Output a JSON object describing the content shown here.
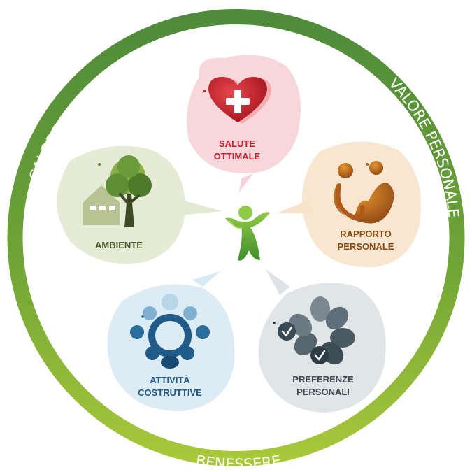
{
  "ring": {
    "top_left": "CALORE",
    "top_right": "VALORE PERSONALE",
    "bottom": "BENESSERE"
  },
  "nodes": {
    "salute": {
      "line1": "SALUTE",
      "line2": "OTTIMALE",
      "color": "#c8202f"
    },
    "rapporto": {
      "line1": "RAPPORTO",
      "line2": "PERSONALE",
      "color": "#8a4a12"
    },
    "preferenze": {
      "line1": "PREFERENZE",
      "line2": "PERSONALI",
      "color": "#3e4a52"
    },
    "attivita": {
      "line1": "ATTIVITÀ",
      "line2": "COSTRUTTIVE",
      "color": "#1f5c8a"
    },
    "ambiente": {
      "line1": "AMBIENTE",
      "color": "#4a5a2a"
    }
  },
  "colors": {
    "ring_dark": "#4d8a3c",
    "ring_light": "#9cc23a",
    "center_figure": "#6cb33a"
  },
  "icons": {
    "salute": "medical-heart-icon",
    "rapporto": "people-embrace-icon",
    "preferenze": "petal-checkmarks-icon",
    "attivita": "people-circle-icon",
    "ambiente": "house-tree-icon",
    "center": "person-figure-icon"
  }
}
